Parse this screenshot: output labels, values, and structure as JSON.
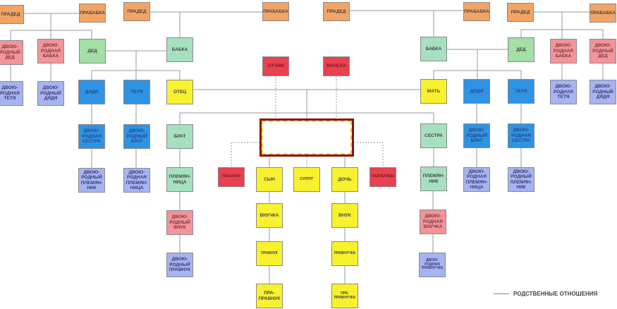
{
  "nodes": [
    {
      "id": "pd1",
      "label": "ПРАДЕД",
      "color": "orange"
    },
    {
      "id": "pb1",
      "label": "ПРАБАБКА",
      "color": "orange"
    },
    {
      "id": "pd2",
      "label": "ПРАДЕД",
      "color": "orange"
    },
    {
      "id": "pb2",
      "label": "ПРАБАБКА",
      "color": "orange"
    },
    {
      "id": "pd3",
      "label": "ПРАДЕД",
      "color": "orange"
    },
    {
      "id": "pb3",
      "label": "ПРАБАБКА",
      "color": "orange"
    },
    {
      "id": "pd4",
      "label": "ПРАДЕД",
      "color": "orange"
    },
    {
      "id": "pb4",
      "label": "ПРАБАБКА",
      "color": "orange"
    },
    {
      "id": "ddL",
      "label": "ДВОЮ-\nРОДНЫЙ\nДЕД",
      "color": "pink"
    },
    {
      "id": "dbL",
      "label": "ДВОЮ-\nРОДНАЯ\nБАБКА",
      "color": "pink"
    },
    {
      "id": "dedL",
      "label": "ДЕД",
      "color": "green"
    },
    {
      "id": "babL",
      "label": "БАБКА",
      "color": "mint"
    },
    {
      "id": "babR",
      "label": "БАБКА",
      "color": "mint"
    },
    {
      "id": "dedR",
      "label": "ДЕД",
      "color": "green"
    },
    {
      "id": "dbR",
      "label": "ДВОЮ-\nРОДНАЯ\nБАБКА",
      "color": "pink"
    },
    {
      "id": "ddR",
      "label": "ДВОЮ-\nРОДНЫЙ\nДЕД",
      "color": "pink"
    },
    {
      "id": "otchim",
      "label": "ОТЧИМ",
      "color": "red"
    },
    {
      "id": "macheha",
      "label": "МАЧЕХА",
      "color": "red"
    },
    {
      "id": "dtL",
      "label": "ДВОЮ-\nРОДНАЯ\nТЕТЯ",
      "color": "lav"
    },
    {
      "id": "ddyL",
      "label": "ДВОЮ-\nРОДНЫЙ\nДЯДЯ",
      "color": "lav"
    },
    {
      "id": "dyaL",
      "label": "ДЯДЯ",
      "color": "blue"
    },
    {
      "id": "tetL",
      "label": "ТЕТЯ",
      "color": "blue"
    },
    {
      "id": "otec",
      "label": "ОТЕЦ",
      "color": "yellow"
    },
    {
      "id": "mat",
      "label": "МАТЬ",
      "color": "yellow"
    },
    {
      "id": "dyaR",
      "label": "ДЯДЯ",
      "color": "blue"
    },
    {
      "id": "tetR",
      "label": "ТЕТЯ",
      "color": "blue"
    },
    {
      "id": "dtR",
      "label": "ДВОЮ-\nРОДНАЯ\nТЕТЯ",
      "color": "lav"
    },
    {
      "id": "ddyR",
      "label": "ДВОЮ-\nРОДНЫЙ\nДЯДЯ",
      "color": "lav"
    },
    {
      "id": "dsL",
      "label": "ДВОЮ-\nРОДНАЯ\nСЕСТРА",
      "color": "blue"
    },
    {
      "id": "dbrL",
      "label": "ДВОЮ-\nРОДНЫЙ\nБРАТ",
      "color": "blue"
    },
    {
      "id": "brat",
      "label": "БРАТ",
      "color": "mint"
    },
    {
      "id": "sestra",
      "label": "СЕСТРА",
      "color": "mint"
    },
    {
      "id": "dbrR",
      "label": "ДВОЮ-\nРОДНЫЙ\nБРАТ",
      "color": "blue"
    },
    {
      "id": "dsR",
      "label": "ДВОЮ-\nРОДНАЯ\nСЕСТРА",
      "color": "blue"
    },
    {
      "id": "dpnkL",
      "label": "ДВОЮ-\nРОДНЫЙ\nПЛЕМЯН-\nНИК",
      "color": "lav"
    },
    {
      "id": "dpncL",
      "label": "ДВОЮ-\nРОДНАЯ\nПЛЕМЯН-\nНИЦА",
      "color": "lav"
    },
    {
      "id": "plemnica",
      "label": "ПЛЕМЯН-\nНИЦА",
      "color": "mint"
    },
    {
      "id": "pasynki",
      "label": "ПАСЫНКИ",
      "color": "red",
      "small": true
    },
    {
      "id": "syn",
      "label": "СЫН",
      "color": "yellow"
    },
    {
      "id": "suprug",
      "label": "СУПРУГ",
      "color": "yellow",
      "small": true
    },
    {
      "id": "doch",
      "label": "ДОЧЬ",
      "color": "yellow"
    },
    {
      "id": "padcher",
      "label": "ПАДЧЕРИЦЫ",
      "color": "red",
      "small": true
    },
    {
      "id": "plemnik",
      "label": "ПЛЕМЯН-\nНИК",
      "color": "mint"
    },
    {
      "id": "dpncR",
      "label": "ДВОЮ-\nРОДНАЯ\nПЛЕМЯН-\nНИЦА",
      "color": "lav"
    },
    {
      "id": "dpnkR",
      "label": "ДВОЮ-\nРОДНЫЙ\nПЛЕМЯН-\nНИК",
      "color": "lav"
    },
    {
      "id": "dvnuk",
      "label": "ДВОЮ-\nРОДНЫЙ\nВНУК",
      "color": "pink"
    },
    {
      "id": "vnuchka",
      "label": "ВНУЧКА",
      "color": "yellow"
    },
    {
      "id": "vnuk",
      "label": "ВНУК",
      "color": "yellow"
    },
    {
      "id": "dvnuchka",
      "label": "ДВОЮ-\nРОДНАЯ\nВНУЧКА",
      "color": "pink"
    },
    {
      "id": "dpravnuk",
      "label": "ДВОЮ-\nРОДНЫЙ\nПРАВНУК",
      "color": "lav"
    },
    {
      "id": "pravnuk",
      "label": "ПРАВНУК",
      "color": "yellow",
      "small": true
    },
    {
      "id": "pravnuchka",
      "label": "ПРАВНУЧКА",
      "color": "yellow",
      "small": true
    },
    {
      "id": "dpravnuchka",
      "label": "ДВОЮ-\nРОДНАЯ\nПРАВНУЧКА",
      "color": "lav",
      "small": true
    },
    {
      "id": "prapravnuk",
      "label": "ПРА-\nПРАВНУК",
      "color": "yellow"
    },
    {
      "id": "prapravnuchka",
      "label": "ПРА-\nПРАВНУЧКА",
      "color": "yellow",
      "small": true
    }
  ],
  "legend": {
    "label": "РОДСТВЕННЫЕ ОТНОШЕНИЯ"
  }
}
